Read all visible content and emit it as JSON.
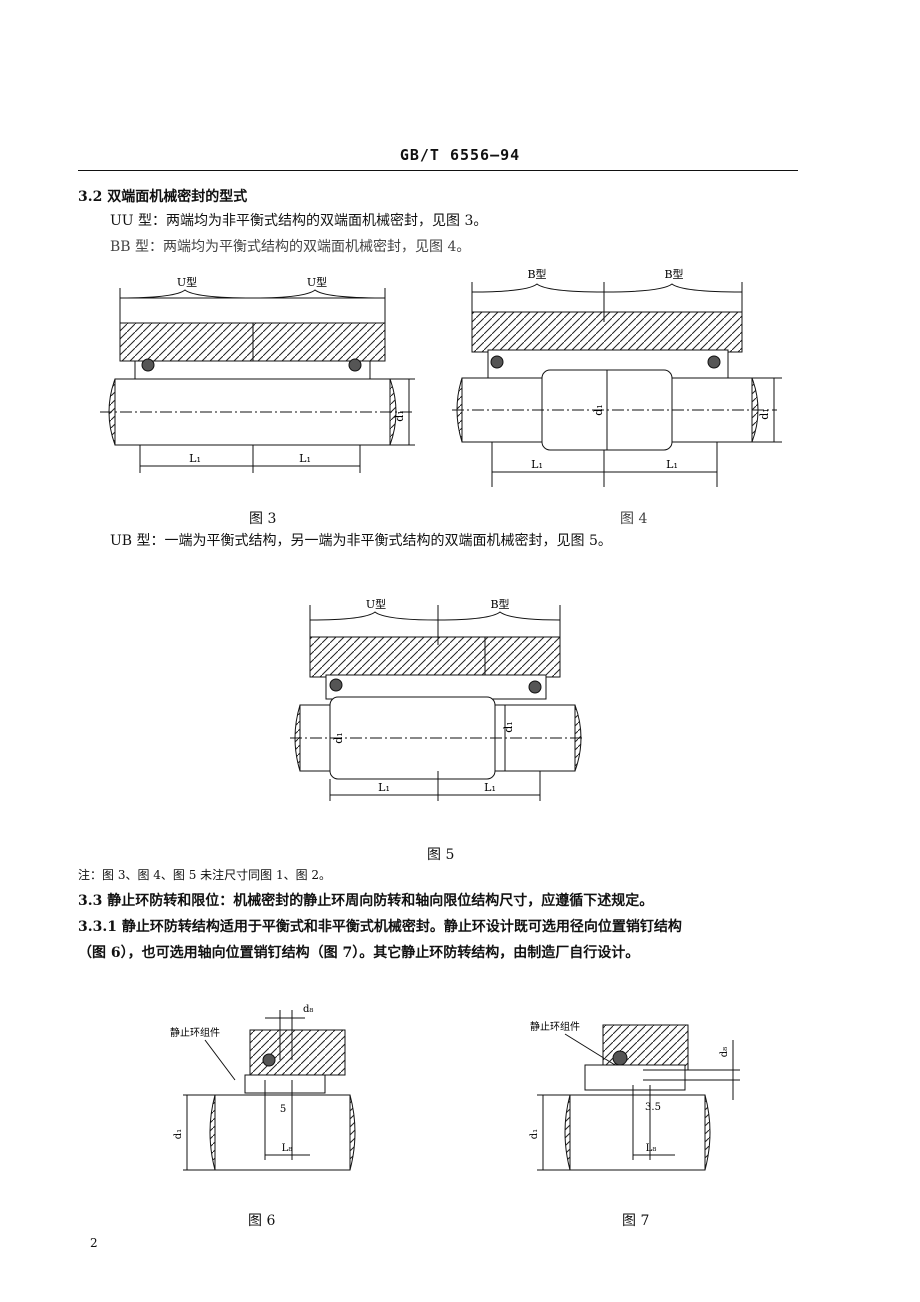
{
  "header": {
    "standard_number": "GB/T 6556—94"
  },
  "section_3_2": {
    "title": "3.2  双端面机械密封的型式",
    "uu": "UU 型：两端均为非平衡式结构的双端面机械密封，见图 3。",
    "bb": "BB 型：两端均为平衡式结构的双端面机械密封，见图 4。",
    "ub": "UB 型：一端为平衡式结构，另一端为非平衡式结构的双端面机械密封，见图 5。"
  },
  "figures": {
    "fig3": {
      "caption": "图 3",
      "label_left": "U型",
      "label_right": "U型",
      "dim_left": "L₁",
      "dim_right": "L₁",
      "dim_d": "d₁"
    },
    "fig4": {
      "caption": "图 4",
      "label_left": "B型",
      "label_right": "B型",
      "dim_left": "L₁",
      "dim_right": "L₁",
      "dim_d": "d₁",
      "dim_d_inner": "d₁"
    },
    "fig5": {
      "caption": "图 5",
      "label_left": "U型",
      "label_right": "B型",
      "dim_left": "L₁",
      "dim_right": "L₁",
      "dim_d_left": "d₁",
      "dim_d_right": "d₁"
    },
    "fig6": {
      "caption": "图 6",
      "component_label": "静止环组件",
      "dim_top": "d₈",
      "dim_5": "5",
      "dim_L": "L₈",
      "dim_d": "d₁"
    },
    "fig7": {
      "caption": "图 7",
      "component_label": "静止环组件",
      "dim_side": "d₈",
      "dim_35": "3.5",
      "dim_L": "L₈",
      "dim_d": "d₁"
    }
  },
  "note": "注：图 3、图 4、图 5 未注尺寸同图 1、图 2。",
  "section_3_3": {
    "title": "3.3  静止环防转和限位：机械密封的静止环周向防转和轴向限位结构尺寸，应遵循下述规定。",
    "sub_3_3_1_line1": "3.3.1  静止环防转结构适用于平衡式和非平衡式机械密封。静止环设计既可选用径向位置销钉结构",
    "sub_3_3_1_line2": "（图 6），也可选用轴向位置销钉结构（图 7）。其它静止环防转结构，由制造厂自行设计。"
  },
  "page_number": "2"
}
